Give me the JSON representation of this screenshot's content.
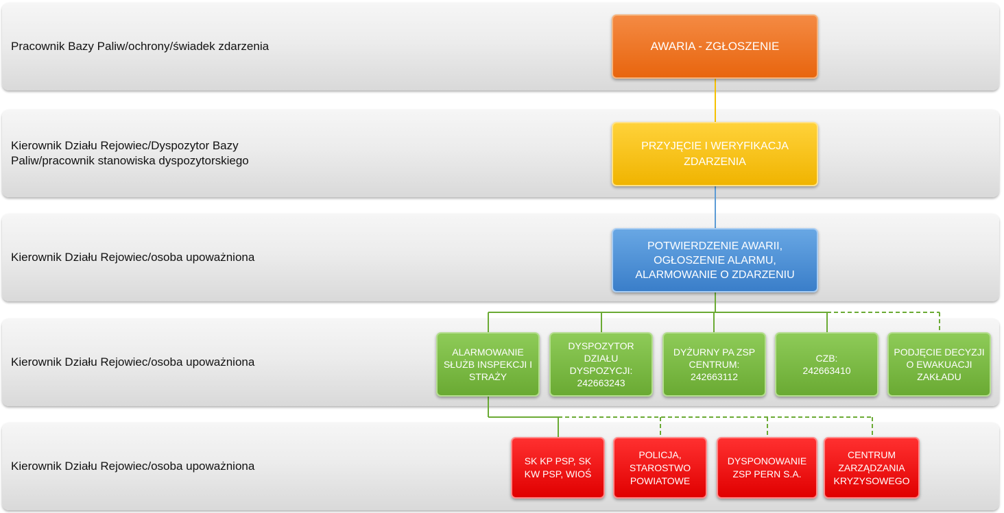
{
  "lanes": [
    {
      "label": "Pracownik Bazy Paliw/ochrony/świadek zdarzenia"
    },
    {
      "label": "Kierownik Działu Rejowiec/Dyspozytor Bazy Paliw/pracownik stanowiska dyspozytorskiego"
    },
    {
      "label": "Kierownik Działu Rejowiec/osoba upoważniona"
    },
    {
      "label": "Kierownik Działu Rejowiec/osoba upoważniona"
    },
    {
      "label": "Kierownik Działu Rejowiec/osoba upoważniona"
    }
  ],
  "steps": {
    "report": "AWARIA - ZGŁOSZENIE",
    "verify": "PRZYJĘCIE I WERYFIKACJA ZDARZENIA",
    "confirm": "POTWIERDZENIE AWARII, OGŁOSZENIE ALARMU, ALARMOWANIE O ZDARZENIU"
  },
  "notify": [
    {
      "text": "ALARMOWANIE SŁUŻB INSPEKCJI I STRAŻY"
    },
    {
      "text": "DYSPOZYTOR DZIAŁU DYSPOZYCJI: 242663243"
    },
    {
      "text": "DYŻURNY PA ZSP CENTRUM: 242663112"
    },
    {
      "text": "CZB: 242663410"
    },
    {
      "text": "PODJĘCIE DECYZJI O EWAKUACJI ZAKŁADU"
    }
  ],
  "services": [
    {
      "text": "SK KP PSP, SK KW PSP, WIOŚ"
    },
    {
      "text": "POLICJA, STAROSTWO POWIATOWE"
    },
    {
      "text": "DYSPONOWANIE ZSP PERN S.A."
    },
    {
      "text": "CENTRUM ZARZĄDZANIA KRYZYSOWEGO"
    }
  ],
  "colors": {
    "report": "#e8650e",
    "verify": "#f0b400",
    "confirm": "#3a7ec9",
    "notify": "#6aaa33",
    "services": "#e00000",
    "lane": "#e6e6e6"
  }
}
